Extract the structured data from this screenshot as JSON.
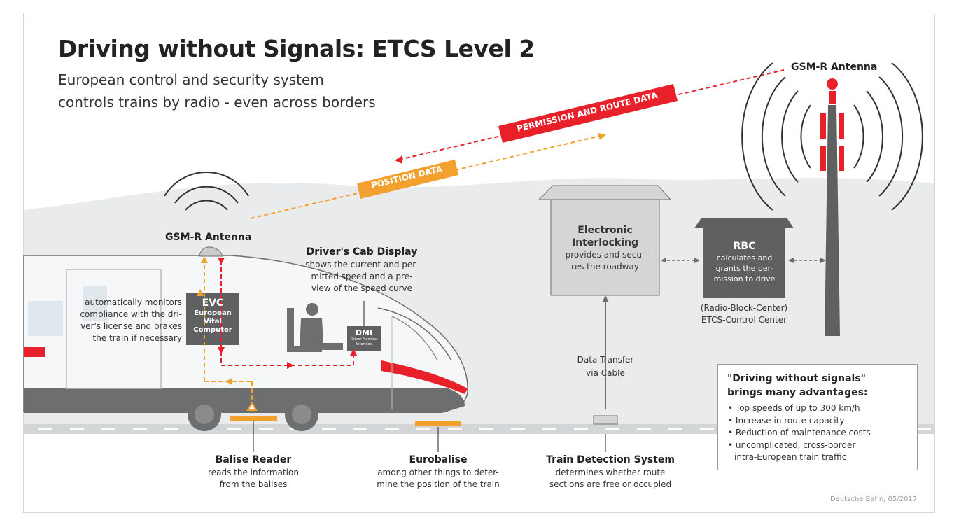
{
  "title": "Driving without Signals: ETCS Level 2",
  "subtitle_line1": "European control and security system",
  "subtitle_line2": "controls trains by radio - even across borders",
  "data_flows": {
    "permission": "PERMISSION AND ROUTE DATA",
    "position": "POSITION DATA"
  },
  "gsmr_tower_label": "GSM-R Antenna",
  "gsmr_train_label": "GSM-R Antenna",
  "cab_display": {
    "title": "Driver's Cab Display",
    "line1": "shows the current and per-",
    "line2": "mitted speed and a pre-",
    "line3": "view of the speed curve"
  },
  "evc": {
    "abbr": "EVC",
    "line1": "European",
    "line2": "Vital",
    "line3": "Computer",
    "desc1": "automatically monitors",
    "desc2": "compliance with the dri-",
    "desc3": "ver's license and brakes",
    "desc4": "the train if necessary"
  },
  "dmi": {
    "abbr": "DMI",
    "line1": "Driver Machine",
    "line2": "Interface"
  },
  "interlocking": {
    "title1": "Electronic",
    "title2": "Interlocking",
    "line1": "provides and secu-",
    "line2": "res the roadway"
  },
  "rbc": {
    "abbr": "RBC",
    "line1": "calculates and",
    "line2": "grants the per-",
    "line3": "mission to drive",
    "full1": "(Radio-Block-Center)",
    "full2": "ETCS-Control   Center"
  },
  "data_transfer": {
    "line1": "Data Transfer",
    "line2": "via Cable"
  },
  "balise_reader": {
    "title": "Balise Reader",
    "line1": "reads the information",
    "line2": "from the balises"
  },
  "eurobalise": {
    "title": "Eurobalise",
    "line1": "among other things to deter-",
    "line2": "mine the position of the train"
  },
  "train_detection": {
    "title": "Train Detection System",
    "line1": "determines whether route",
    "line2": "sections are free or occupied"
  },
  "advantages": {
    "heading1": "\"Driving without signals\"",
    "heading2": "brings many advantages:",
    "items": [
      "Top speeds of up to 300 km/h",
      "Increase in route capacity",
      "Reduction of maintenance costs",
      "uncomplicated, cross-border",
      "intra-European train traffic"
    ]
  },
  "credit": "Deutsche Bahn, 05/2017",
  "colors": {
    "red": "#e8202a",
    "orange": "#f2a12e",
    "dark_grey": "#5f6062",
    "light_grey": "#e9ebed",
    "mid_grey": "#c9cbcd"
  }
}
